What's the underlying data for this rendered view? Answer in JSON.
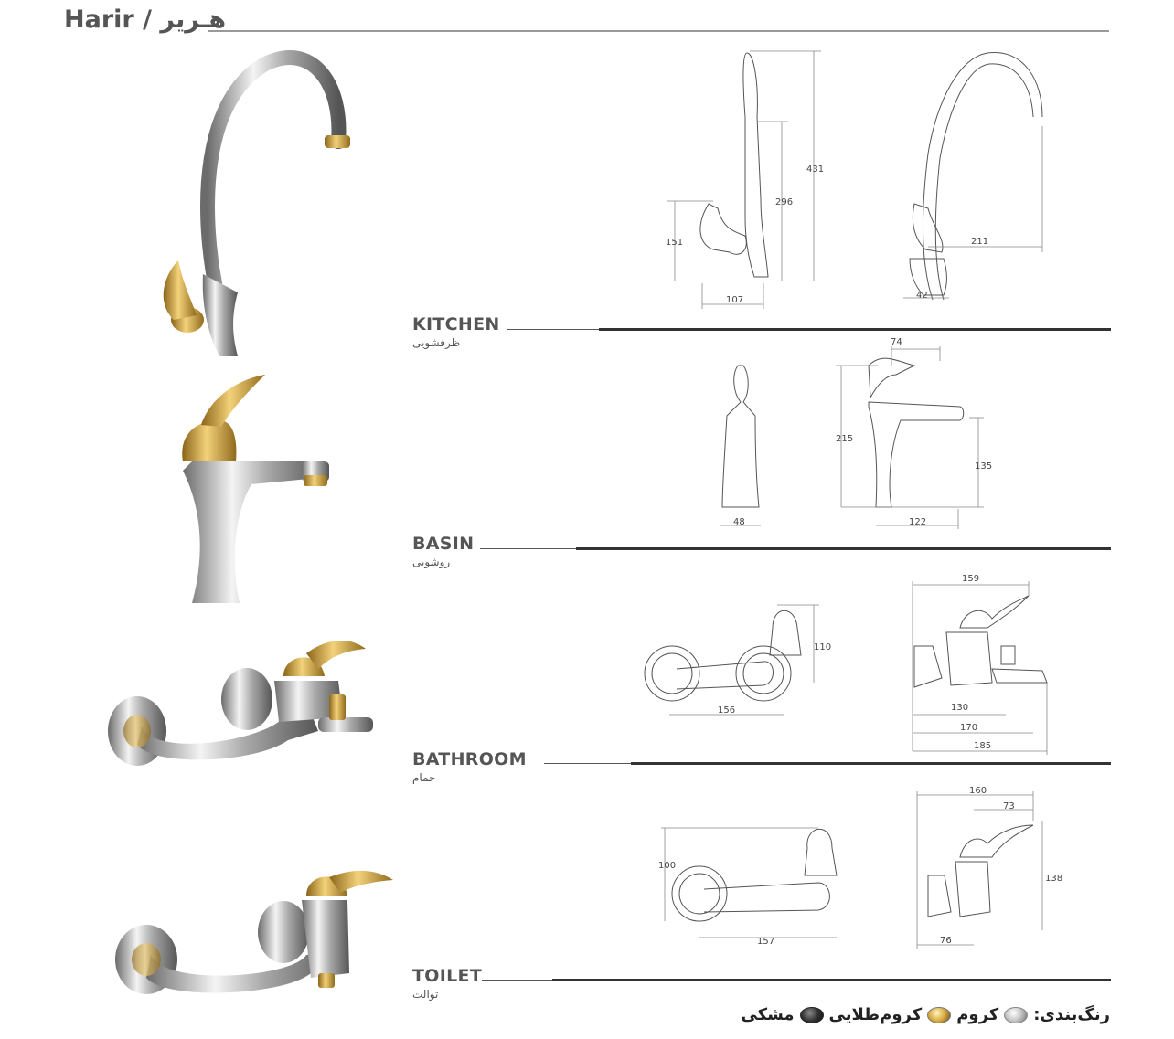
{
  "header": {
    "title": "Harir / هـریر"
  },
  "sections": [
    {
      "en": "KITCHEN",
      "fa": "ظرفشویی",
      "dims": [
        "431",
        "296",
        "151",
        "107",
        "211",
        "42"
      ]
    },
    {
      "en": "BASIN",
      "fa": "روشویی",
      "dims": [
        "74",
        "215",
        "135",
        "48",
        "122"
      ]
    },
    {
      "en": "BATHROOM",
      "fa": "حمام",
      "dims": [
        "110",
        "156",
        "159",
        "130",
        "170",
        "185"
      ]
    },
    {
      "en": "TOILET",
      "fa": "توالت",
      "dims": [
        "100",
        "157",
        "160",
        "73",
        "138",
        "76"
      ]
    }
  ],
  "colors": {
    "label": "رنگ‌بندی:",
    "options": [
      {
        "name": "کروم",
        "icon": "chrome-swatch-icon"
      },
      {
        "name": "کروم‌طلایی",
        "icon": "gold-chrome-swatch-icon"
      },
      {
        "name": "مشکی",
        "icon": "black-swatch-icon"
      }
    ]
  }
}
